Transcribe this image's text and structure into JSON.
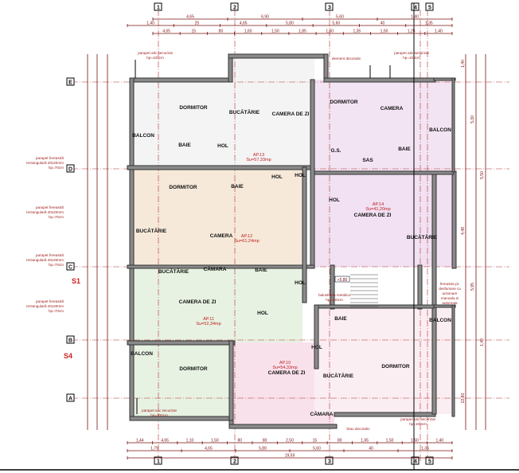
{
  "axes": {
    "columns": [
      "1",
      "2",
      "3",
      "4",
      "5"
    ],
    "rows": [
      "E",
      "D",
      "C",
      "B",
      "A"
    ]
  },
  "dimensions": {
    "top": [
      [
        "4,65",
        "6,90",
        "5,60",
        "1,40"
      ],
      [
        "1,40",
        "25",
        "4,65",
        "5,80",
        "5,60",
        "40",
        "1,35"
      ],
      [
        "4,65",
        "15",
        "80",
        "1,60",
        "1,50",
        "1,85",
        "1,50",
        "1,35",
        "1,50",
        "1,25",
        "1,40"
      ]
    ],
    "bottom": [
      [
        "1,44",
        "4,65",
        "1,10",
        "1,50",
        "80",
        "80",
        "2,50",
        "15",
        "80",
        "1,65",
        "1,50",
        "1,50",
        "1,40"
      ],
      [
        "1,79",
        "4,65",
        "5,80",
        "5,60",
        "40",
        "1,35"
      ],
      [
        "19,59"
      ]
    ],
    "right": [
      "1,40",
      "5,30",
      "5,50",
      "4,48",
      "5,95",
      "1,40",
      "22,80"
    ]
  },
  "apartments": [
    {
      "label": "AP.13",
      "area": "Su=57,33mp"
    },
    {
      "label": "AP.12",
      "area": "Su=61,24mp"
    },
    {
      "label": "AP.14",
      "area": "Su=41,20mp"
    },
    {
      "label": "AP.11",
      "area": "Su=52,34mp"
    },
    {
      "label": "AP.10",
      "area": "Su=54,33mp"
    }
  ],
  "rooms": [
    "DORMITOR",
    "BUCĂTĂRIE",
    "CAMERA DE ZI",
    "BALCON",
    "BAIE",
    "HOL",
    "DORMITOR",
    "CAMERA",
    "BALCON",
    "G.S.",
    "BAIE",
    "SAS",
    "DORMITOR",
    "BAIE",
    "HOL",
    "HOL",
    "BUCĂTĂRIE",
    "CAMERA",
    "HOL",
    "CAMERA DE ZI",
    "BUCĂTĂRIE",
    "BUCĂTĂRIE",
    "CĂMARA",
    "BAIE",
    "HOL",
    "CAMERA DE ZI",
    "HOL",
    "BALCON",
    "DORMITOR",
    "CAMERA DE ZI",
    "HOL",
    "CĂMARA",
    "BAIE",
    "BALCON",
    "DORMITOR",
    "BUCĂTĂRIE"
  ],
  "notes": {
    "parapet_top_left": [
      "parapet atic securizat",
      "hp=100cm"
    ],
    "parapet_top_right": [
      "parapet atic securizat",
      "hp=100cm"
    ],
    "element_decorativ": "element decorativ",
    "window_parapet": [
      "parapet fereastră",
      "rectangulară 20x20mm",
      "hp=70cm"
    ],
    "section_s1": "S1",
    "section_s4": "S4",
    "balustrada": [
      "balustrada metalica",
      "hp=100cm"
    ],
    "fereastra": [
      "fereastra pt.",
      "desfumare cu",
      "actionare",
      "manuala si",
      "automata"
    ],
    "level": "+5,80",
    "parapet_bottom_left": [
      "parapet atic securizat",
      "hp=100cm"
    ],
    "parapet_bottom_right": [
      "parapet atic securizat",
      "hp=100cm"
    ],
    "brau": "brau decorativ"
  },
  "colors": {
    "ap13": "#f4f4f4",
    "ap12": "#f6e9d9",
    "ap11": "#e7f2e2",
    "ap10": "#f9e1ec",
    "ap14": "#f1e1f2",
    "apTR": "#f3e4f3",
    "apBR": "#fbeef3"
  }
}
